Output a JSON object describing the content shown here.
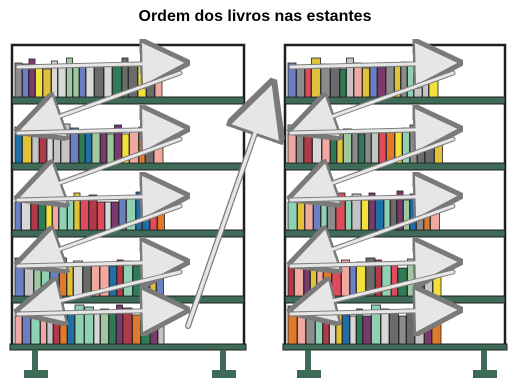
{
  "title": "Ordem dos livros nas estantes",
  "colors": {
    "background": "#ffffff",
    "frame": "#1e1e1e",
    "shelf": "#3d6b58",
    "leg": "#3d6b58",
    "arrow_fill": "#e6e6e6",
    "arrow_stroke": "#7a7a7a",
    "book_palette": [
      "#f0a9a0",
      "#8c8c8c",
      "#d8d8d8",
      "#6b6b6b",
      "#b23a48",
      "#2f7a57",
      "#8fd1b3",
      "#e0c23a",
      "#6a7fc4",
      "#7a3a6e",
      "#1e6ea8",
      "#e07a2a",
      "#f3e03a",
      "#c4c4c4",
      "#e04a5a",
      "#9fc8a0"
    ]
  },
  "bookcases": [
    {
      "name": "left-bookcase",
      "shelves": 5
    },
    {
      "name": "right-bookcase",
      "shelves": 5
    }
  ],
  "reading_order": "left-to-right, top-to-bottom, then next bookcase"
}
